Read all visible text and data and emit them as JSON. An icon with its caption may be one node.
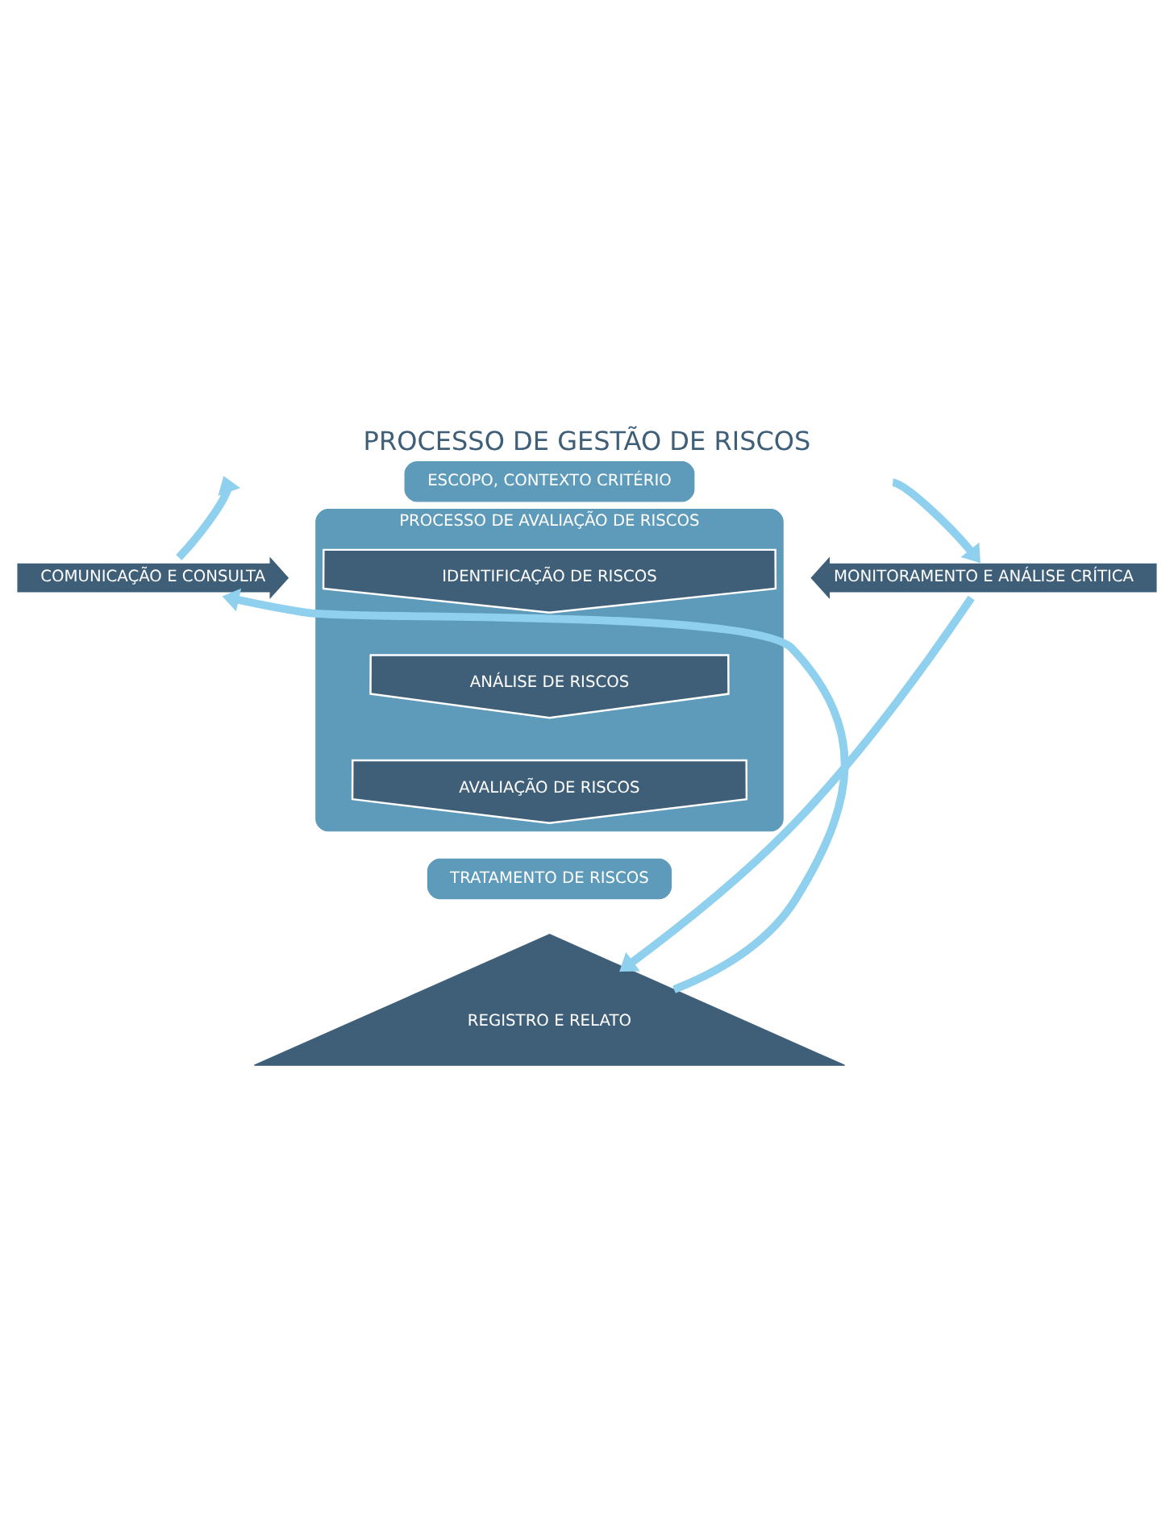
{
  "diagram": {
    "title": "PROCESSO DE GESTÃO DE RISCOS",
    "nodes": [
      {
        "text": [
          "ESCOPO, CONTEXTO CRITÉRIO"
        ]
      },
      {
        "text": [
          "PROCESSO DE AVALIAÇÃO DE RISCOS"
        ]
      },
      {
        "text": [
          "IDENTIFICAÇÃO DE RISCOS"
        ],
        "in": 1
      },
      {
        "text": [
          "ANÁLISE DE RISCOS"
        ],
        "in": 1
      },
      {
        "text": [
          "AVALIAÇÃO DE RISCOS"
        ],
        "in": 1
      },
      {
        "text": [
          "TRATAMENTO DE RISCOS"
        ]
      },
      {
        "text": [
          "COMUNICAÇÃO E CONSULTA"
        ]
      },
      {
        "text": [
          "MONITORAMENTO E ANÁLISE CRÍTICA"
        ]
      },
      {
        "text": [
          "REGISTRO E RELATO"
        ]
      }
    ],
    "edges": [
      {
        "from": 6,
        "to": null,
        "arrow": "to"
      },
      {
        "from": null,
        "to": 7,
        "arrow": "to"
      },
      {
        "from": 7,
        "to": 8,
        "arrow": "to"
      },
      {
        "from": 8,
        "to": 6,
        "arrow": "to"
      }
    ]
  }
}
